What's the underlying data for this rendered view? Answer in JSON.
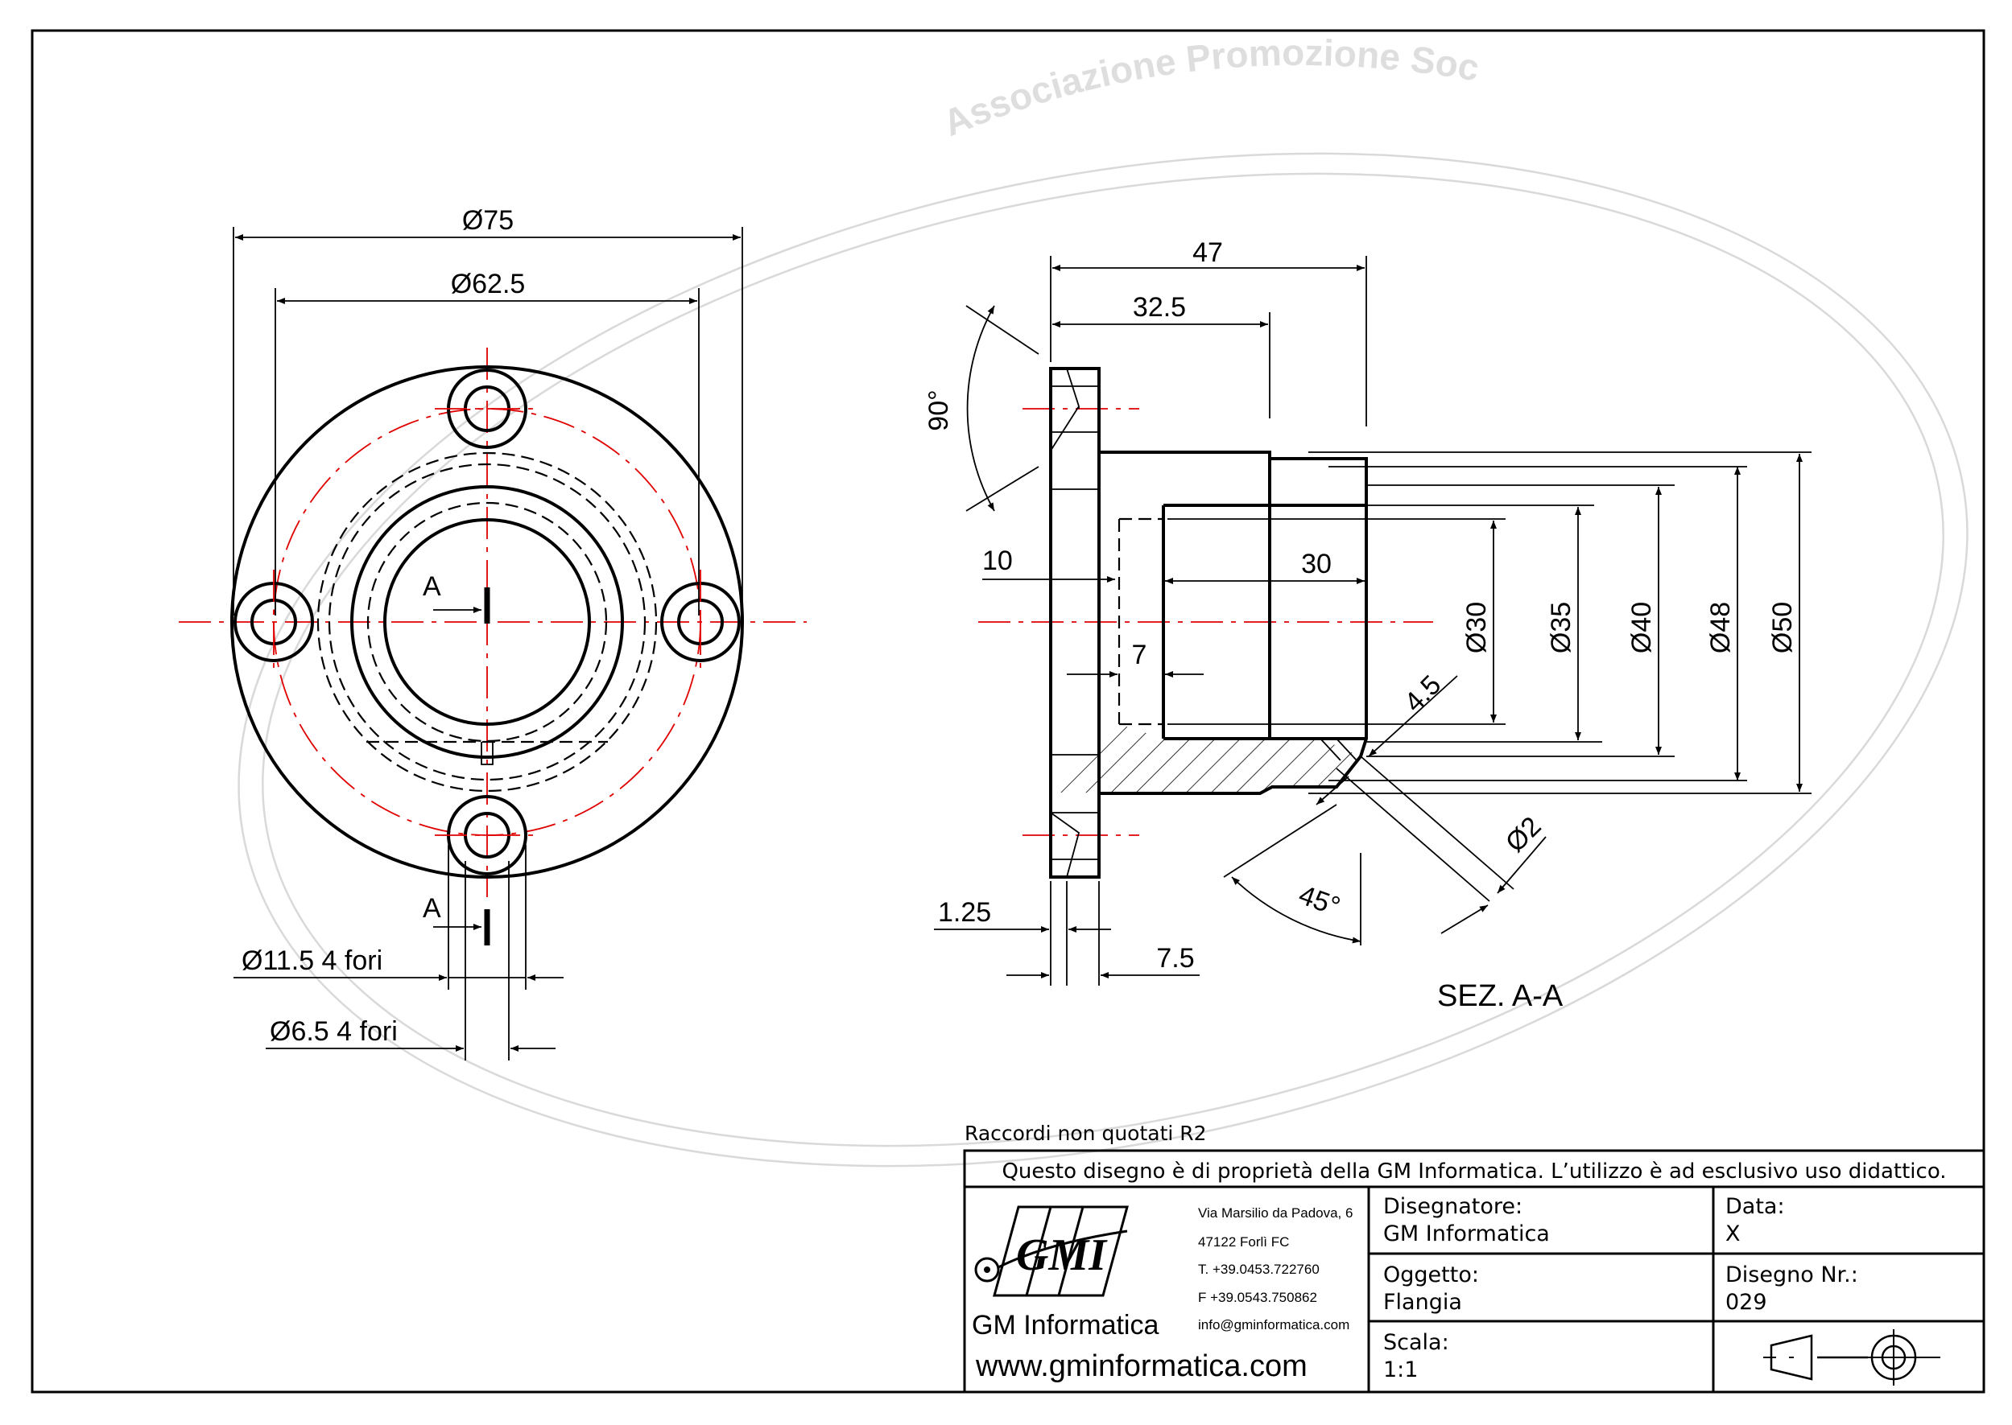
{
  "watermark": {
    "arc_text": "Associazione Promozione Sociale"
  },
  "front_view": {
    "dims": {
      "outer_diameter": "Ø75",
      "bolt_circle": "Ø62.5",
      "counterbore": "Ø11.5 4 fori",
      "hole": "Ø6.5 4 fori"
    },
    "section_mark_top": "A",
    "section_mark_bottom": "A"
  },
  "section_view": {
    "title": "SEZ. A-A",
    "dims": {
      "len_47": "47",
      "len_32_5": "32.5",
      "angle_90": "90°",
      "len_10": "10",
      "len_30": "30",
      "len_7": "7",
      "chamfer_4_5": "4.5",
      "dia_2": "Ø2",
      "angle_45": "45°",
      "len_1_25": "1.25",
      "len_7_5": "7.5",
      "dia_30": "Ø30",
      "dia_35": "Ø35",
      "dia_40": "Ø40",
      "dia_48": "Ø48",
      "dia_50": "Ø50"
    }
  },
  "notes": {
    "fillets": "Raccordi non quotati R2"
  },
  "title_block": {
    "ownership": "Questo disegno è di proprietà della GM Informatica. L’utilizzo è ad esclusivo uso didattico.",
    "logo_text": "GMI",
    "company_name": "GM Informatica",
    "website": "www.gminformatica.com",
    "address_1": "Via Marsilio da Padova, 6",
    "address_2": "47122  Forlì  FC",
    "phone": "T. +39.0453.722760",
    "fax": "F +39.0543.750862",
    "email": "info@gminformatica.com",
    "designer_label": "Disegnatore:",
    "designer_value": "GM  Informatica",
    "date_label": "Data:",
    "date_value": "X",
    "object_label": "Oggetto:",
    "object_value": "Flangia",
    "drawing_no_label": "Disegno  Nr.:",
    "drawing_no_value": "029",
    "scale_label": "Scala:",
    "scale_value": "1:1"
  }
}
